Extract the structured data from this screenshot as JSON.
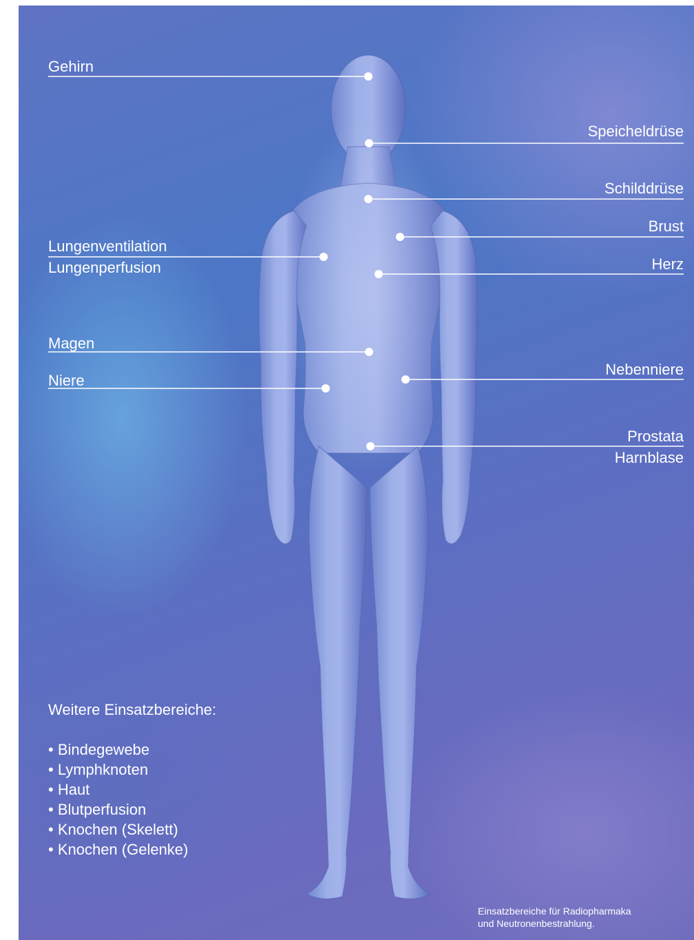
{
  "labels": {
    "gehirn": "Gehirn",
    "speicheldruese": "Speicheldrüse",
    "schilddruese": "Schilddrüse",
    "brust": "Brust",
    "lungenventilation": "Lungenventilation",
    "lungenperfusion": "Lungenperfusion",
    "herz": "Herz",
    "magen": "Magen",
    "nebenniere": "Nebenniere",
    "niere": "Niere",
    "prostata": "Prostata",
    "harnblase": "Harnblase"
  },
  "more": {
    "heading": "Weitere Einsatzbereiche:",
    "items": [
      "• Bindegewebe",
      "• Lymphknoten",
      "• Haut",
      "• Blutperfusion",
      "• Knochen (Skelett)",
      "• Knochen (Gelenke)"
    ]
  },
  "caption": {
    "line1": "Einsatzbereiche für Radiopharmaka",
    "line2": "und Neutronenbestrahlung."
  },
  "colors": {
    "line": "#ffffff",
    "text": "#ffffff",
    "body_light": "#aab8ea",
    "body_dark": "#6373c0"
  }
}
